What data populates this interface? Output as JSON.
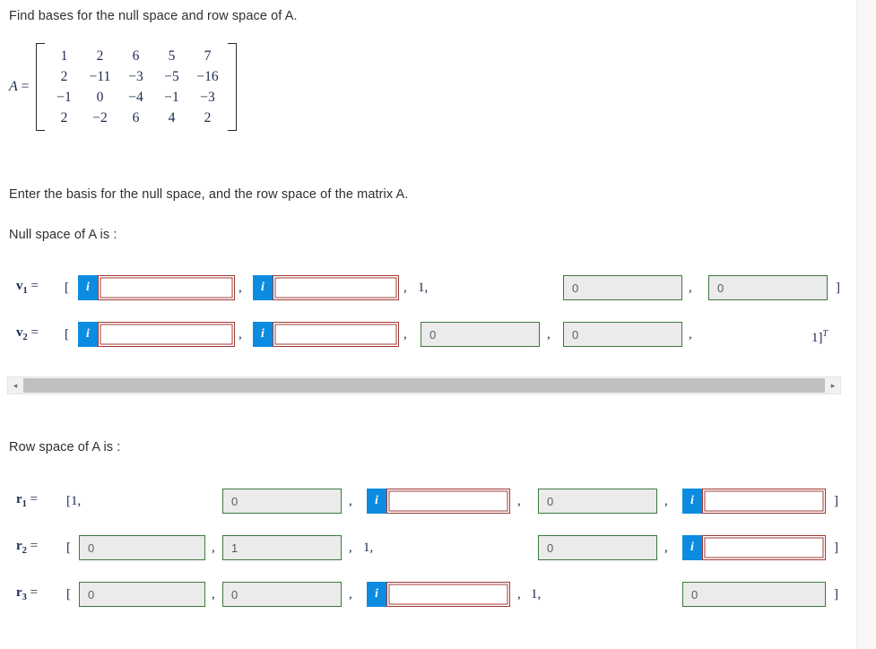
{
  "question": {
    "title": "Find bases for the null space and row space of A.",
    "instruction": "Enter the basis for the null space, and the row space of the matrix A.",
    "null_space_heading": "Null space of A is :",
    "row_space_heading": "Row space of A is :"
  },
  "matrix": {
    "label": "A",
    "equals": "=",
    "rows": [
      [
        "1",
        "2",
        "6",
        "5",
        "7"
      ],
      [
        "2",
        "−11",
        "−3",
        "−5",
        "−16"
      ],
      [
        "−1",
        "0",
        "−4",
        "−1",
        "−3"
      ],
      [
        "2",
        "−2",
        "6",
        "4",
        "2"
      ]
    ]
  },
  "icons": {
    "info_badge": "info-i-icon",
    "scroll_left": "◂",
    "scroll_right": "▸"
  },
  "punctuation": {
    "open_bracket": "[",
    "close_bracket": "]",
    "comma": ","
  },
  "null_space": {
    "vectors": [
      {
        "name": "v-1",
        "label": "v",
        "subscript": "1",
        "equals": "=",
        "open": "[",
        "close": "]",
        "transpose": "",
        "cells": [
          {
            "kind": "input",
            "value": "",
            "badge": "i"
          },
          {
            "kind": "input",
            "value": "",
            "badge": "i"
          },
          {
            "kind": "static",
            "value": "1,"
          },
          {
            "kind": "readonly",
            "value": "0"
          },
          {
            "kind": "readonly",
            "value": "0"
          }
        ]
      },
      {
        "name": "v-2",
        "label": "v",
        "subscript": "2",
        "equals": "=",
        "open": "[",
        "close": "]",
        "transpose": "T",
        "cells": [
          {
            "kind": "input",
            "value": "",
            "badge": "i"
          },
          {
            "kind": "input",
            "value": "",
            "badge": "i"
          },
          {
            "kind": "readonly",
            "value": "0"
          },
          {
            "kind": "readonly",
            "value": "0"
          },
          {
            "kind": "static",
            "value": "1]"
          }
        ]
      }
    ]
  },
  "row_space": {
    "vectors": [
      {
        "name": "r-1",
        "label": "r",
        "subscript": "1",
        "equals": "=",
        "open": "[1,",
        "close": "]",
        "cells": [
          {
            "kind": "readonly",
            "value": "0"
          },
          {
            "kind": "input",
            "value": "",
            "badge": "i"
          },
          {
            "kind": "readonly",
            "value": "0"
          },
          {
            "kind": "input",
            "value": "",
            "badge": "i"
          }
        ]
      },
      {
        "name": "r-2",
        "label": "r",
        "subscript": "2",
        "equals": "=",
        "open": "[",
        "close": "]",
        "cells": [
          {
            "kind": "readonly",
            "value": "0"
          },
          {
            "kind": "readonly",
            "value": "1"
          },
          {
            "kind": "static",
            "value": "1,"
          },
          {
            "kind": "readonly",
            "value": "0"
          },
          {
            "kind": "input",
            "value": "",
            "badge": "i"
          }
        ]
      },
      {
        "name": "r-3",
        "label": "r",
        "subscript": "3",
        "equals": "=",
        "open": "[",
        "close": "]",
        "cells": [
          {
            "kind": "readonly",
            "value": "0"
          },
          {
            "kind": "readonly",
            "value": "0"
          },
          {
            "kind": "input",
            "value": "",
            "badge": "i"
          },
          {
            "kind": "static",
            "value": "1,"
          },
          {
            "kind": "readonly",
            "value": "0"
          }
        ]
      }
    ]
  },
  "scrollbar": {
    "name": "horizontal-scrollbar",
    "left_arrow": "◂",
    "right_arrow": "▸"
  },
  "colors": {
    "badge_blue": "#0c8ce0",
    "input_border_red": "#a03a34",
    "readonly_border_green": "#3c7a3c",
    "readonly_fill_gray": "#ebebeb",
    "matrix_text": "#1b2a52"
  }
}
